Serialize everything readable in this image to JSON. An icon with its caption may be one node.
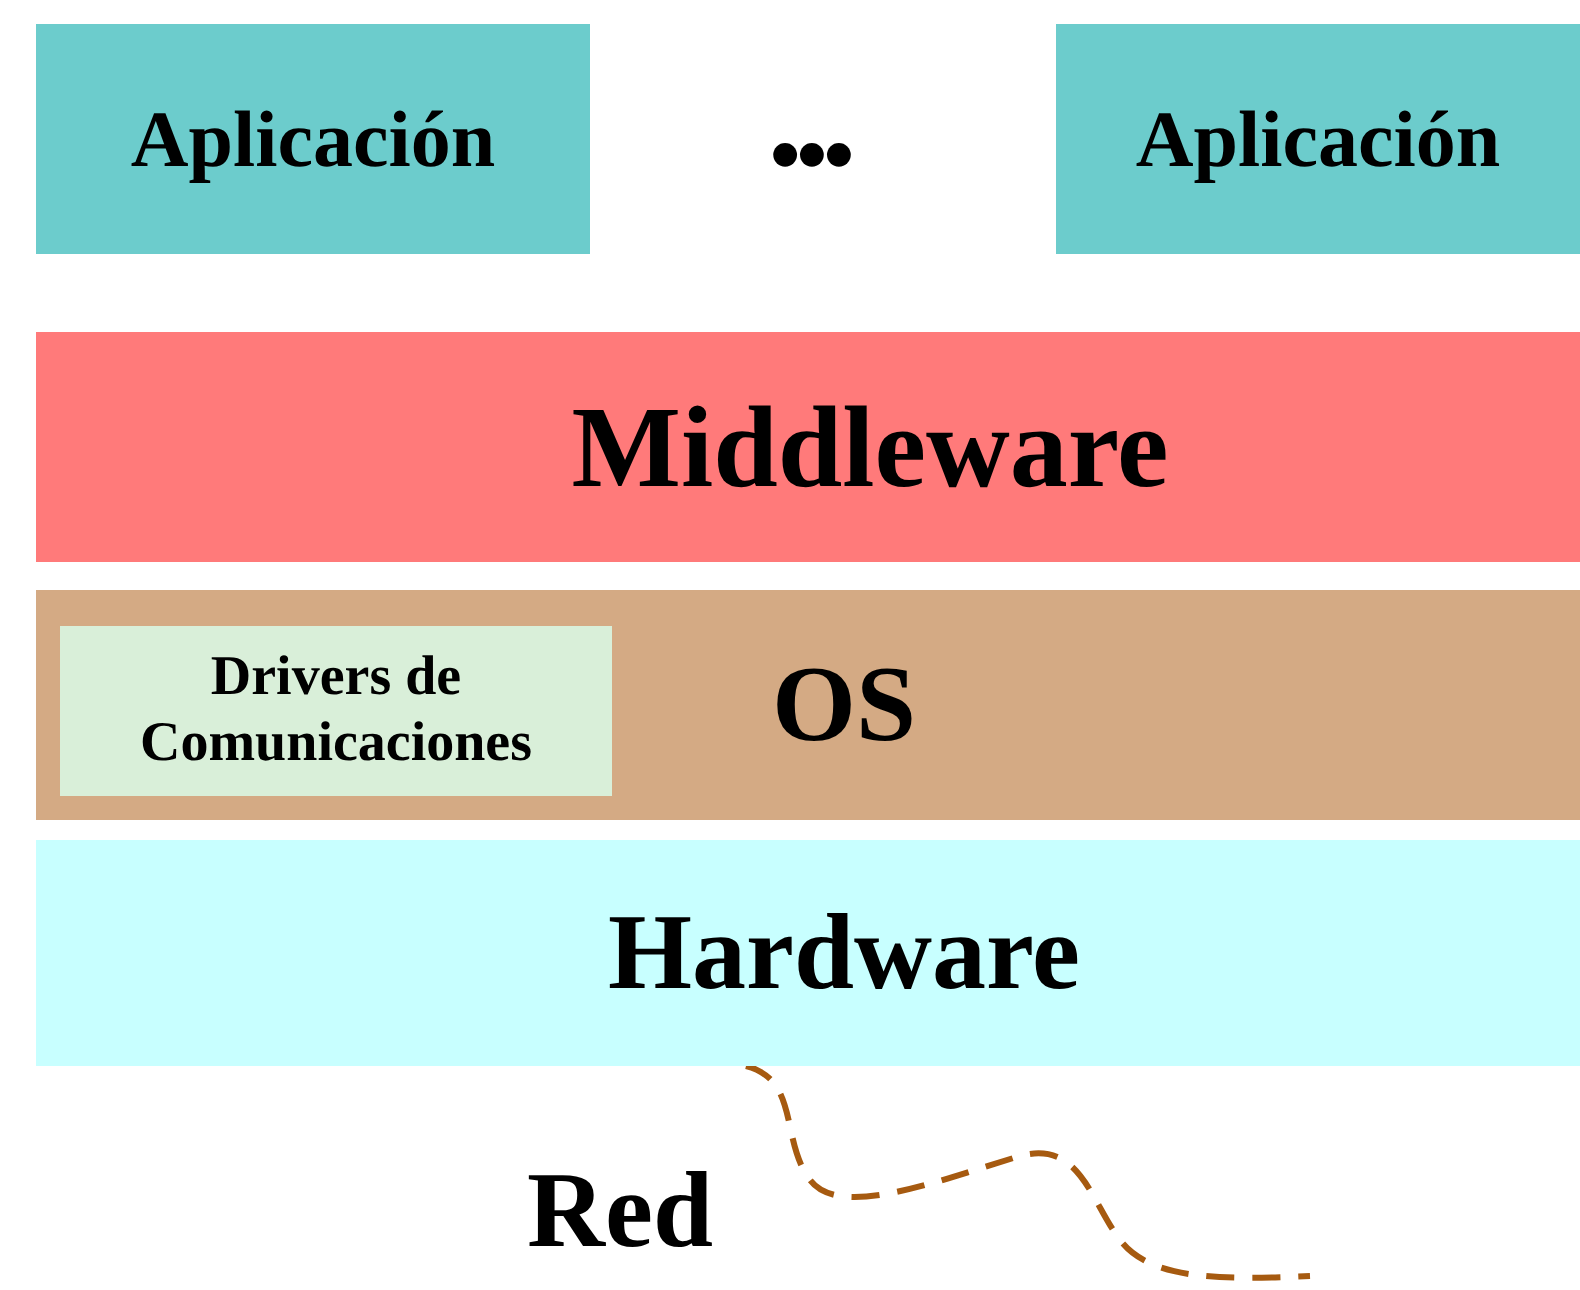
{
  "diagram": {
    "nodes": [
      {
        "text": [
          "Aplicación"
        ]
      },
      {
        "text": [
          "Aplicación"
        ]
      },
      {
        "text": [
          "Middleware"
        ]
      },
      {
        "text": [
          "OS"
        ]
      },
      {
        "text": [
          "Drivers de Comunicaciones"
        ],
        "in": 3
      },
      {
        "text": [
          "Hardware"
        ]
      }
    ],
    "labels": [
      "•••",
      "Red"
    ]
  }
}
